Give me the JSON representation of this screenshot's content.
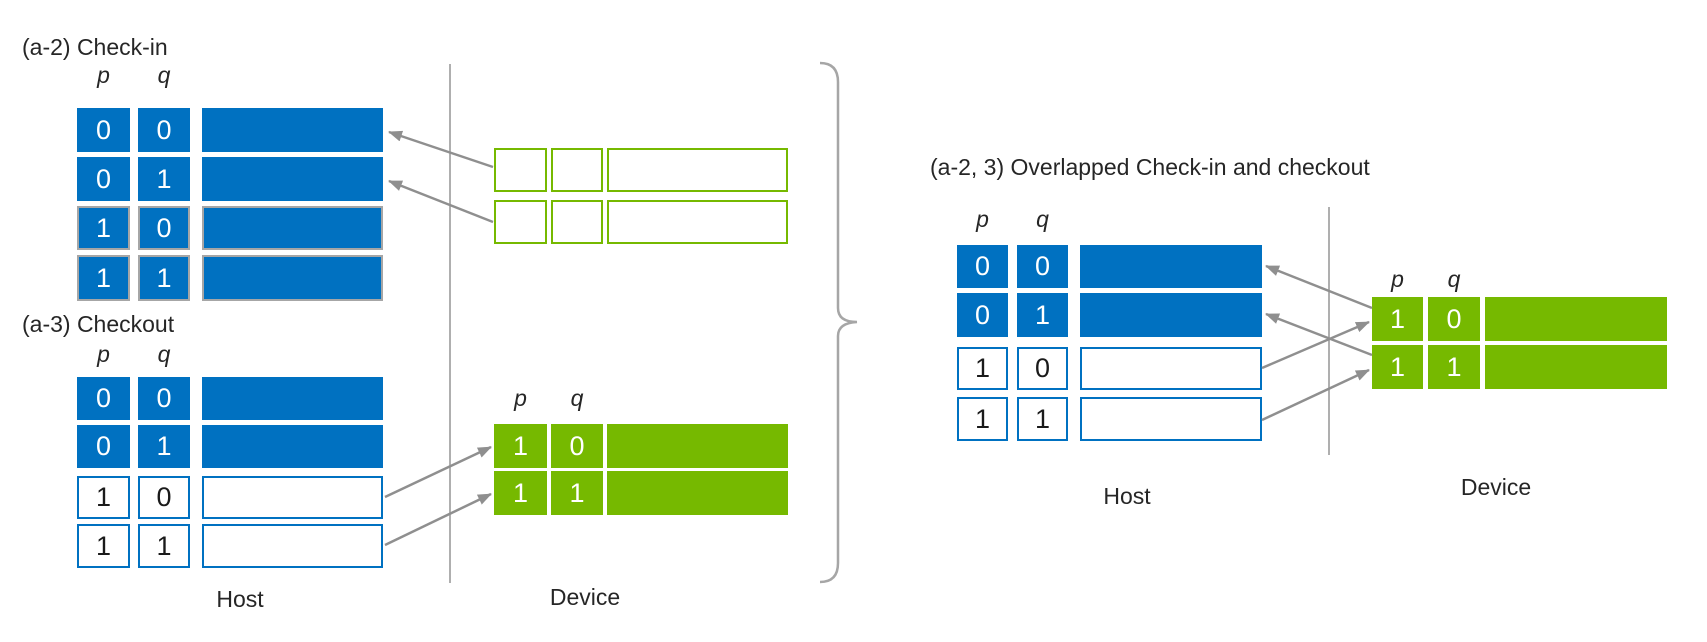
{
  "colors": {
    "blue": "#0071C1",
    "green": "#76B900",
    "arrow": "#8F8F8F",
    "gray": "#A6A6A6"
  },
  "left": {
    "checkin": {
      "title": "(a-2) Check-in",
      "headers": {
        "p": "p",
        "q": "q"
      },
      "rows": [
        {
          "p": "0",
          "q": "0",
          "filled": true
        },
        {
          "p": "0",
          "q": "1",
          "filled": true
        },
        {
          "p": "1",
          "q": "0",
          "filled": true
        },
        {
          "p": "1",
          "q": "1",
          "filled": true
        }
      ]
    },
    "checkout": {
      "title": "(a-3) Checkout",
      "headers": {
        "p": "p",
        "q": "q"
      },
      "rows": [
        {
          "p": "0",
          "q": "0",
          "filled": true
        },
        {
          "p": "0",
          "q": "1",
          "filled": true
        },
        {
          "p": "1",
          "q": "0",
          "filled": false
        },
        {
          "p": "1",
          "q": "1",
          "filled": false
        }
      ]
    },
    "device_empty_box_rows": 2,
    "device_table": {
      "headers": {
        "p": "p",
        "q": "q"
      },
      "rows": [
        {
          "p": "1",
          "q": "0",
          "filled": true
        },
        {
          "p": "1",
          "q": "1",
          "filled": true
        }
      ]
    },
    "labels": {
      "host": "Host",
      "device": "Device"
    }
  },
  "right": {
    "title": "(a-2, 3) Overlapped Check-in and checkout",
    "host_table": {
      "headers": {
        "p": "p",
        "q": "q"
      },
      "rows": [
        {
          "p": "0",
          "q": "0",
          "filled": true
        },
        {
          "p": "0",
          "q": "1",
          "filled": true
        },
        {
          "p": "1",
          "q": "0",
          "filled": false
        },
        {
          "p": "1",
          "q": "1",
          "filled": false
        }
      ]
    },
    "device_table": {
      "headers": {
        "p": "p",
        "q": "q"
      },
      "rows": [
        {
          "p": "1",
          "q": "0",
          "filled": true
        },
        {
          "p": "1",
          "q": "1",
          "filled": true
        }
      ]
    },
    "labels": {
      "host": "Host",
      "device": "Device"
    }
  }
}
